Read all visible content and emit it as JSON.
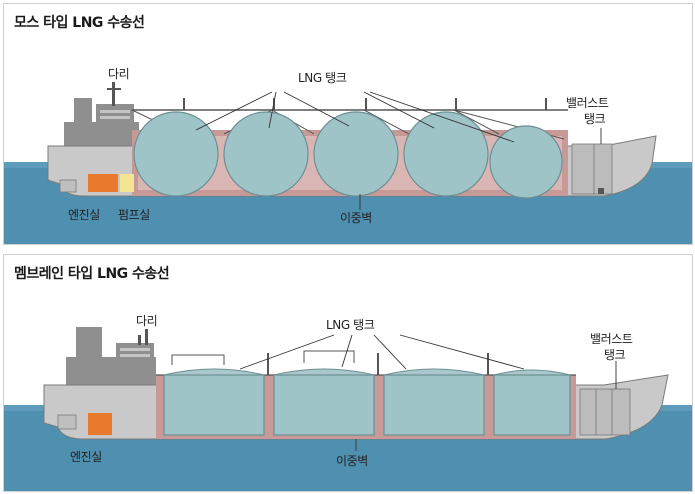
{
  "colors": {
    "sea": "#4f8fb0",
    "sea_light": "#6aa5c3",
    "hull": "#c9c9c9",
    "hull_dark": "#8a8a8a",
    "deck_line": "#555555",
    "double_hull": "#c79a97",
    "tank_fill": "#9fc4c7",
    "tank_stroke": "#6b8f93",
    "engine_room": "#e8792d",
    "pump_room": "#f3e594",
    "bridge": "#8f8f8f"
  },
  "moss": {
    "title": "모스 타입 LNG 수송선",
    "labels": {
      "bridge": "다리",
      "lng_tank": "LNG 탱크",
      "ballast": "밸러스트",
      "ballast_tank": "탱크",
      "engine": "엔진실",
      "pump": "펌프실",
      "double_hull": "이중벽"
    }
  },
  "membrane": {
    "title": "멤브레인 타입 LNG 수송선",
    "labels": {
      "bridge": "다리",
      "lng_tank": "LNG 탱크",
      "ballast": "밸러스트",
      "ballast_tank": "탱크",
      "engine": "엔진실",
      "double_hull": "이중벽"
    }
  }
}
